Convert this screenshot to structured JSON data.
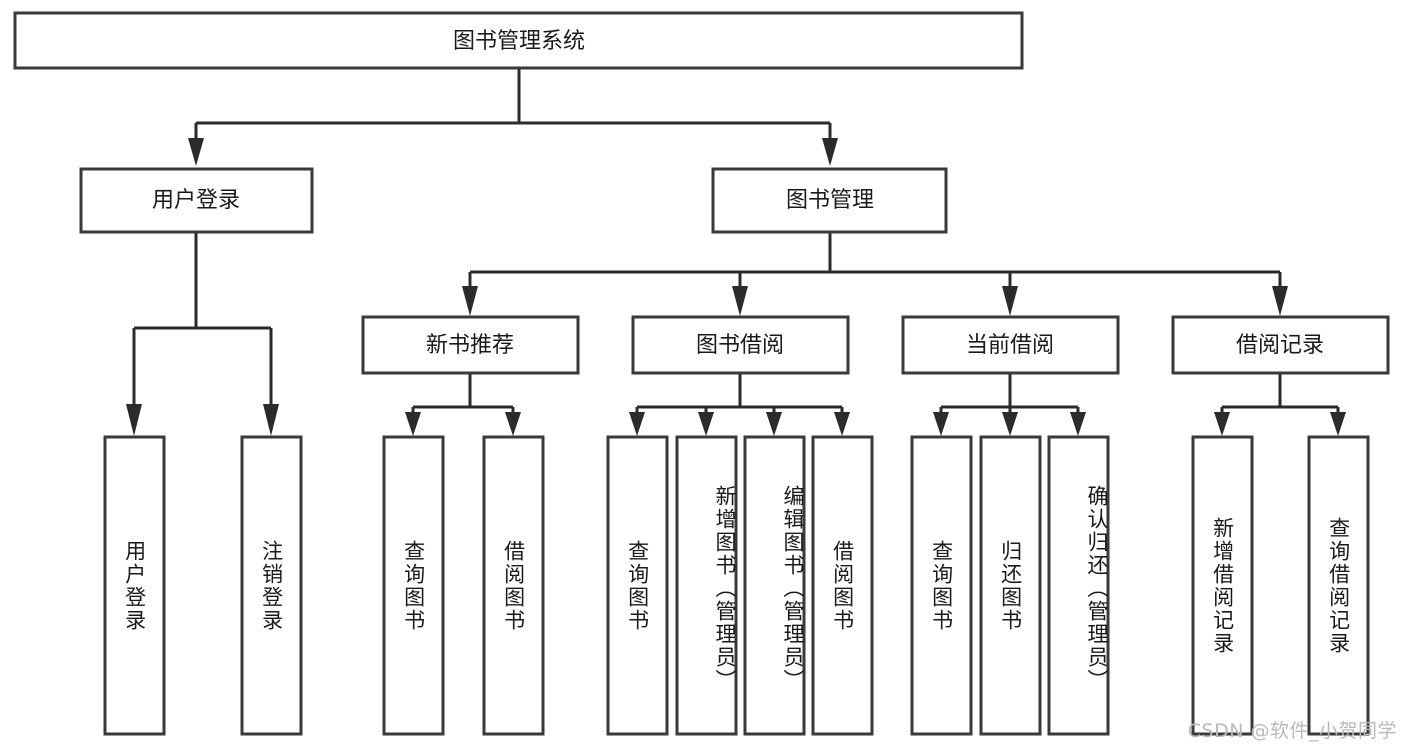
{
  "diagram": {
    "type": "hierarchy-tree",
    "title": "图书管理系统",
    "root": {
      "label": "图书管理系统"
    },
    "level2": [
      {
        "id": "user-login",
        "label": "用户登录"
      },
      {
        "id": "book-manage",
        "label": "图书管理"
      }
    ],
    "level3": [
      {
        "id": "new-book-recommend",
        "label": "新书推荐",
        "parent": "book-manage"
      },
      {
        "id": "book-borrow",
        "label": "图书借阅",
        "parent": "book-manage"
      },
      {
        "id": "current-borrow",
        "label": "当前借阅",
        "parent": "book-manage"
      },
      {
        "id": "borrow-record",
        "label": "借阅记录",
        "parent": "book-manage"
      }
    ],
    "leaves": [
      {
        "id": "leaf-user-login",
        "label": "用户登录",
        "parent": "user-login"
      },
      {
        "id": "leaf-logout-login",
        "label": "注销登录",
        "parent": "user-login"
      },
      {
        "id": "leaf-query-book-1",
        "label": "查询图书",
        "parent": "new-book-recommend"
      },
      {
        "id": "leaf-borrow-book-1",
        "label": "借阅图书",
        "parent": "new-book-recommend"
      },
      {
        "id": "leaf-query-book-2",
        "label": "查询图书",
        "parent": "book-borrow"
      },
      {
        "id": "leaf-add-book",
        "label": "新增图书（管理员）",
        "parent": "book-borrow"
      },
      {
        "id": "leaf-edit-book",
        "label": "编辑图书（管理员）",
        "parent": "book-borrow"
      },
      {
        "id": "leaf-borrow-book-2",
        "label": "借阅图书",
        "parent": "book-borrow"
      },
      {
        "id": "leaf-query-book-3",
        "label": "查询图书",
        "parent": "current-borrow"
      },
      {
        "id": "leaf-return-book",
        "label": "归还图书",
        "parent": "current-borrow"
      },
      {
        "id": "leaf-confirm-return",
        "label": "确认归还（管理员）",
        "parent": "current-borrow"
      },
      {
        "id": "leaf-add-record",
        "label": "新增借阅记录",
        "parent": "borrow-record"
      },
      {
        "id": "leaf-query-record",
        "label": "查询借阅记录",
        "parent": "borrow-record"
      }
    ],
    "colors": {
      "box_fill": "#ffffff",
      "box_stroke": "#3a3a3a",
      "connector": "#2b2b2b",
      "text": "#1a1a1a",
      "watermark": "#b9b9b9",
      "background": "#ffffff"
    }
  },
  "watermark": {
    "text": "CSDN @软件_小贺同学"
  }
}
